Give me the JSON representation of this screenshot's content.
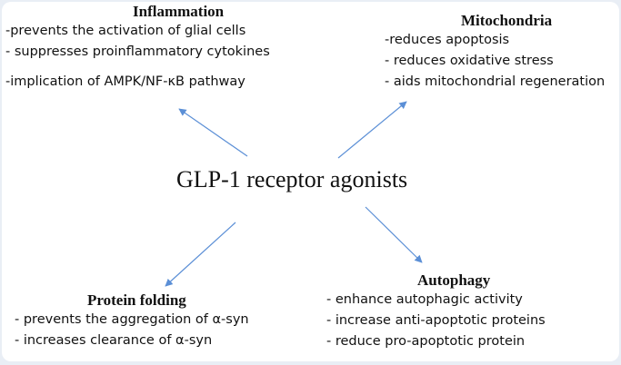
{
  "center": {
    "title": "GLP-1 receptor agonists"
  },
  "inflammation": {
    "heading": "Inflammation",
    "items": [
      "-prevents the activation of glial cells",
      "- suppresses proinflammatory cytokines",
      "-implication of AMPK/NF-κB pathway"
    ]
  },
  "mitochondria": {
    "heading": "Mitochondria",
    "items": [
      "-reduces apoptosis",
      "- reduces oxidative stress",
      "- aids mitochondrial regeneration"
    ]
  },
  "protein_folding": {
    "heading": "Protein folding",
    "items": [
      "- prevents the aggregation of α-syn",
      "- increases clearance of α-syn"
    ]
  },
  "autophagy": {
    "heading": "Autophagy",
    "items": [
      "- enhance autophagic activity",
      "- increase anti-apoptotic proteins",
      "- reduce pro-apoptotic protein"
    ]
  },
  "colors": {
    "arrow": "#5b8fd6",
    "page_border": "#e9eef5"
  }
}
